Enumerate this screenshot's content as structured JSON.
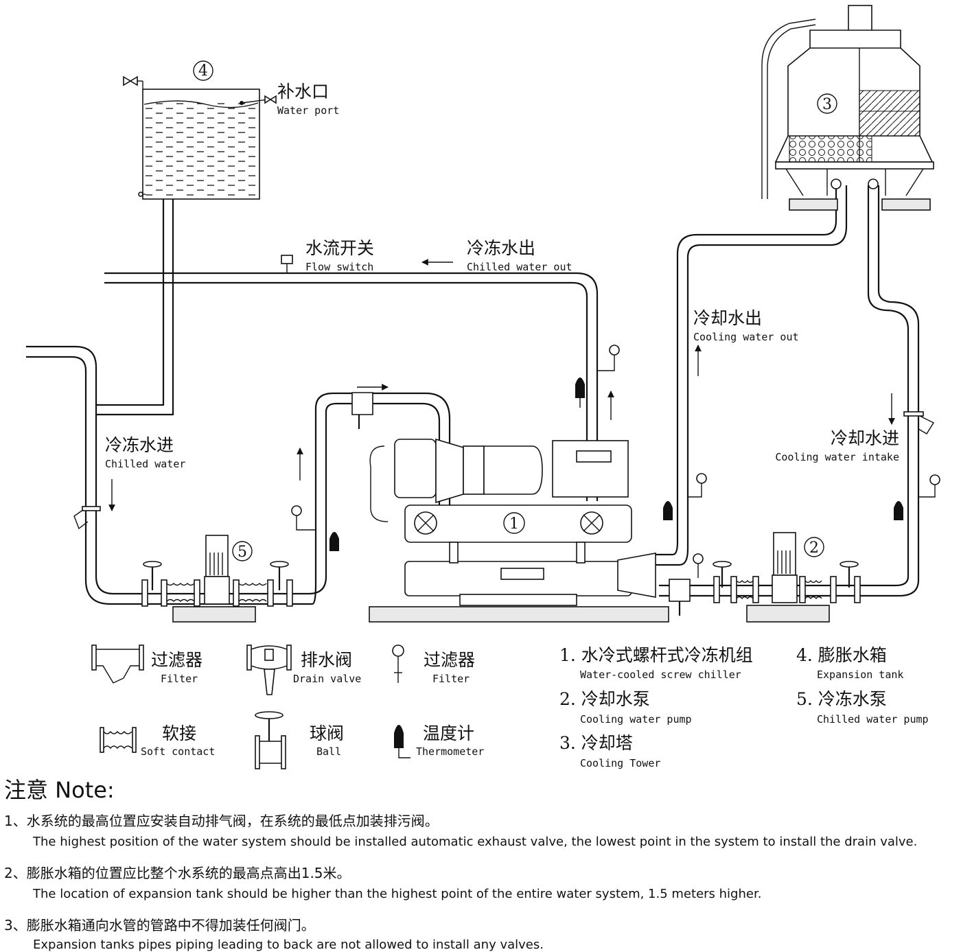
{
  "labels": {
    "water_port_cn": "补水口",
    "water_port_en": "Water port",
    "flow_switch_cn": "水流开关",
    "flow_switch_en": "Flow switch",
    "chilled_out_cn": "冷冻水出",
    "chilled_out_en": "Chilled water out",
    "chilled_in_cn": "冷冻水进",
    "chilled_in_en": "Chilled water",
    "cooling_out_cn": "冷却水出",
    "cooling_out_en": "Cooling water out",
    "cooling_in_cn": "冷却水进",
    "cooling_in_en": "Cooling water intake"
  },
  "markers": [
    "①",
    "②",
    "③",
    "④",
    "⑤"
  ],
  "legend_symbols": [
    {
      "cn": "过滤器",
      "en": "Filter"
    },
    {
      "cn": "排水阀",
      "en": "Drain valve"
    },
    {
      "cn": "过滤器",
      "en": "Filter"
    },
    {
      "cn": "软接",
      "en": "Soft contact"
    },
    {
      "cn": "球阀",
      "en": "Ball"
    },
    {
      "cn": "温度计",
      "en": "Thermometer"
    }
  ],
  "components": [
    {
      "cn": "1. 水冷式螺杆式冷冻机组",
      "en": "Water-cooled screw chiller"
    },
    {
      "cn": "2. 冷却水泵",
      "en": "Cooling water pump"
    },
    {
      "cn": "3. 冷却塔",
      "en": "Cooling Tower"
    },
    {
      "cn": "4. 膨胀水箱",
      "en": "Expansion tank"
    },
    {
      "cn": "5. 冷冻水泵",
      "en": "Chilled water pump"
    }
  ],
  "notes": {
    "title": "注意 Note:",
    "items": [
      {
        "cn": "1、水系统的最高位置应安装自动排气阀，在系统的最低点加装排污阀。",
        "en": "The highest position of the water system should be installed automatic exhaust valve, the lowest point in the system to install the drain valve."
      },
      {
        "cn": "2、膨胀水箱的位置应比整个水系统的最高点高出1.5米。",
        "en": "The location of expansion tank should be higher than the highest point of the entire water system, 1.5 meters higher."
      },
      {
        "cn": "3、膨胀水箱通向水管的管路中不得加装任何阀门。",
        "en": "Expansion tanks pipes piping leading to back are not allowed to install any valves."
      }
    ]
  }
}
